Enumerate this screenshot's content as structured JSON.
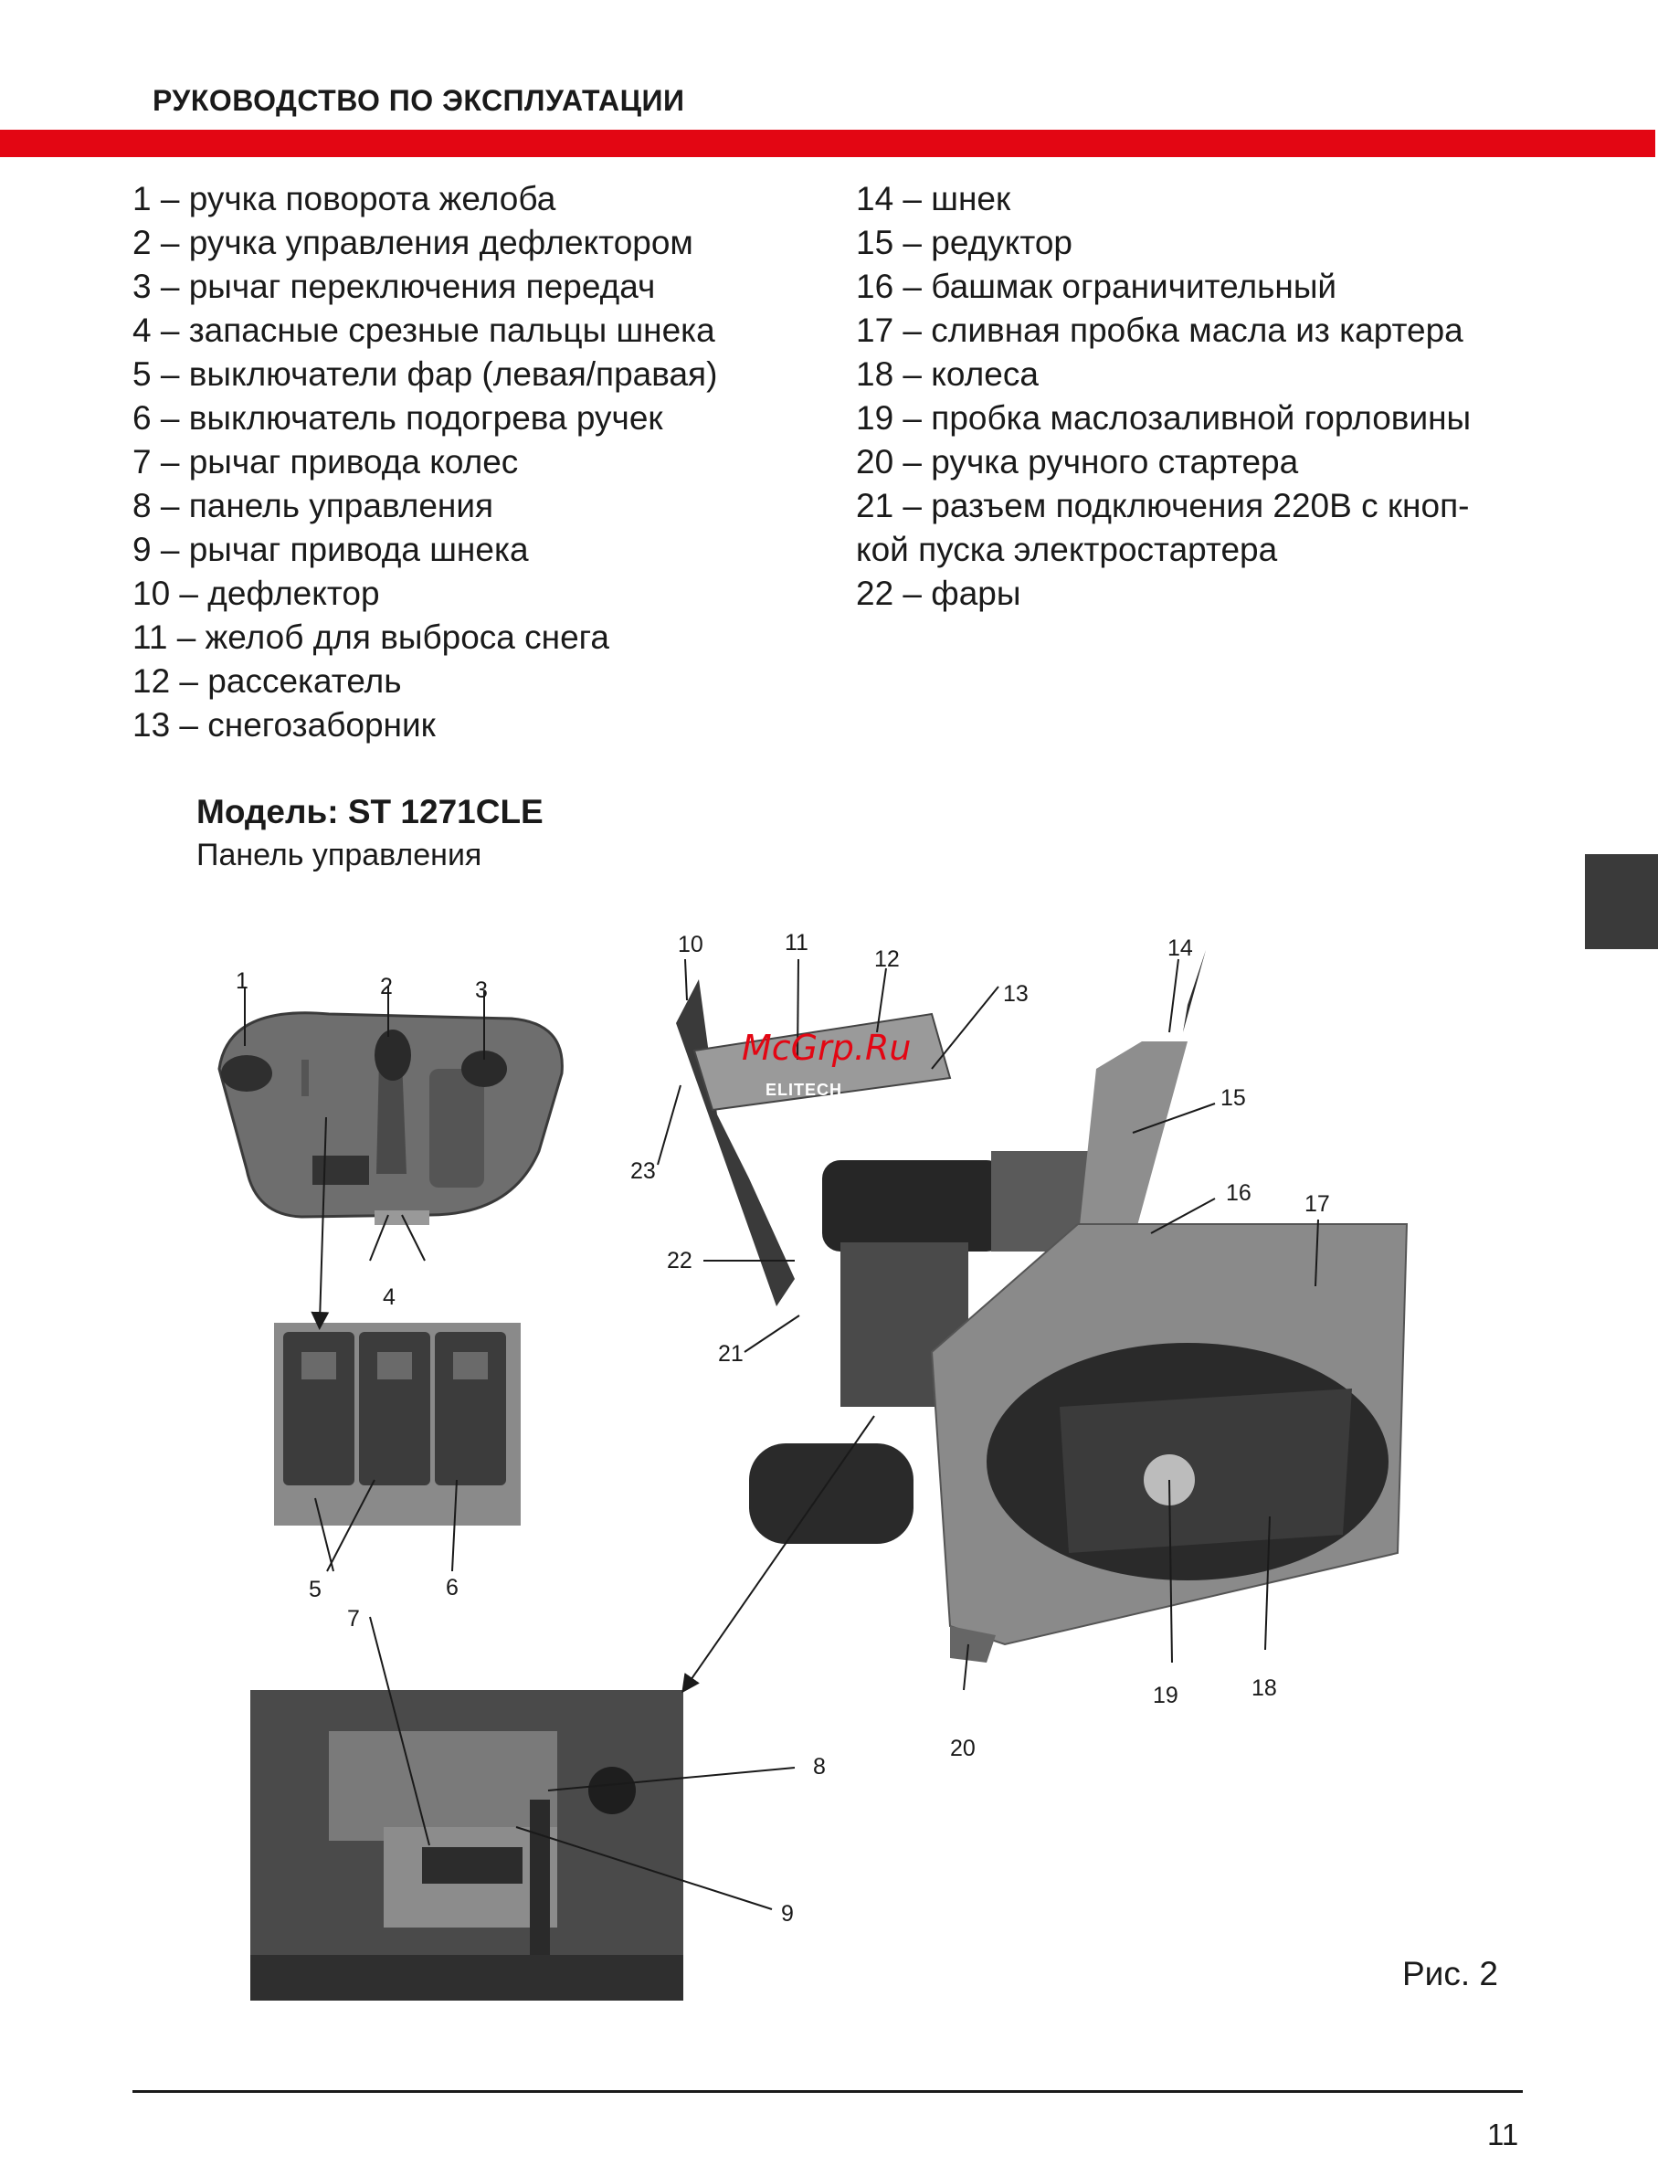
{
  "header": {
    "title": "РУКОВОДСТВО ПО ЭКСПЛУАТАЦИИ",
    "bar_color": "#e30613"
  },
  "legend": {
    "left": [
      "1 – ручка поворота желоба",
      "2 – ручка управления дефлектором",
      "3 – рычаг переключения передач",
      "4 – запасные срезные пальцы шнека",
      "5 – выключатели фар (левая/правая)",
      "6 – выключатель подогрева ручек",
      "7 – рычаг привода колес",
      "8 – панель управления",
      "9 – рычаг привода шнека",
      "10 – дефлектор",
      "11 – желоб для выброса снега",
      "12 – рассекатель",
      "13 – снегозаборник"
    ],
    "right": [
      "14 – шнек",
      "15 – редуктор",
      "16 – башмак ограничительный",
      "17 – сливная пробка масла из картера",
      "18 – колеса",
      "19 – пробка маслозаливной горловины",
      "20 – ручка ручного стартера",
      "21 – разъем подключения 220В с кноп-",
      "кой пуска электростартера",
      "22 – фары"
    ]
  },
  "model": {
    "title": "Модель: ST 1271CLE",
    "subtitle": "Панель управления"
  },
  "figure": {
    "callouts": [
      "1",
      "2",
      "3",
      "4",
      "5",
      "6",
      "7",
      "8",
      "9",
      "10",
      "11",
      "12",
      "13",
      "14",
      "15",
      "16",
      "17",
      "18",
      "19",
      "20",
      "21",
      "22",
      "23"
    ],
    "watermark": "McGrp.Ru",
    "brand": "ELITECH",
    "caption": "Рис. 2"
  },
  "footer": {
    "page_number": "11"
  }
}
